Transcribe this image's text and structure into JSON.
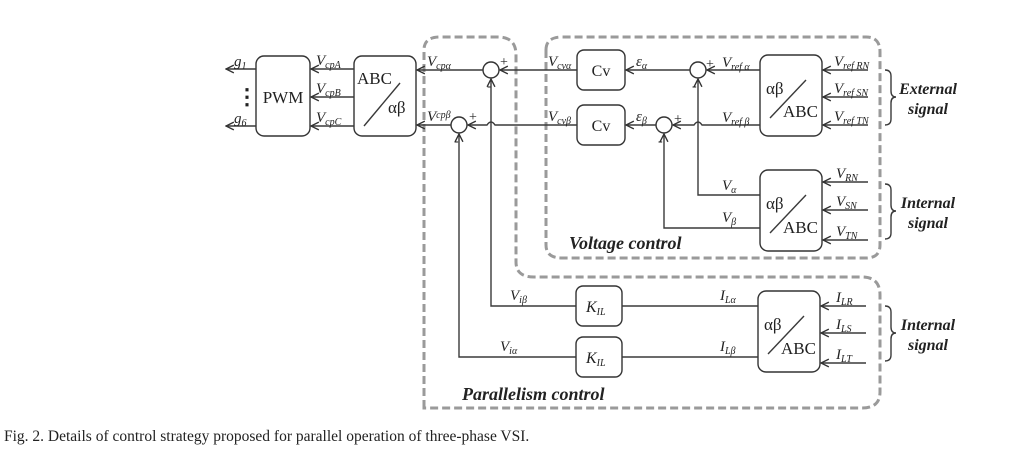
{
  "blocks": {
    "pwm": "PWM",
    "abc_to_ab_top": "ABC",
    "abc_to_ab_bottom": "αβ",
    "cv": "Cv",
    "ab_to_abc_top": "αβ",
    "ab_to_abc_bottom": "ABC",
    "kil_main": "K",
    "kil_sub": "IL"
  },
  "signals": {
    "g1": {
      "main": "g",
      "sub": "1"
    },
    "g6": {
      "main": "g",
      "sub": "6"
    },
    "dots": "⋮",
    "VcpA": {
      "main": "V",
      "sub": "cpA"
    },
    "VcpB": {
      "main": "V",
      "sub": "cpB"
    },
    "VcpC": {
      "main": "V",
      "sub": "cpC"
    },
    "Vcpa": {
      "main": "V",
      "sub": "cpα"
    },
    "Vcpb": {
      "main": "V",
      "sub": "cpβ"
    },
    "Vcva": {
      "main": "V",
      "sub": "cvα"
    },
    "Vcvb": {
      "main": "V",
      "sub": "cvβ"
    },
    "ea": {
      "main": "ε",
      "sub": "α"
    },
    "eb": {
      "main": "ε",
      "sub": "β"
    },
    "Vrefa": {
      "main": "V",
      "sub": "ref α"
    },
    "Vrefb": {
      "main": "V",
      "sub": "ref β"
    },
    "VrefRN": {
      "main": "V",
      "sub": "ref RN"
    },
    "VrefSN": {
      "main": "V",
      "sub": "ref SN"
    },
    "VrefTN": {
      "main": "V",
      "sub": "ref TN"
    },
    "Va": {
      "main": "V",
      "sub": "α"
    },
    "Vb": {
      "main": "V",
      "sub": "β"
    },
    "VRN": {
      "main": "V",
      "sub": "RN"
    },
    "VSN": {
      "main": "V",
      "sub": "SN"
    },
    "VTN": {
      "main": "V",
      "sub": "TN"
    },
    "Vib": {
      "main": "V",
      "sub": "iβ"
    },
    "Via": {
      "main": "V",
      "sub": "iα"
    },
    "ILa": {
      "main": "I",
      "sub": "Lα"
    },
    "ILb": {
      "main": "I",
      "sub": "Lβ"
    },
    "ILR": {
      "main": "I",
      "sub": "LR"
    },
    "ILS": {
      "main": "I",
      "sub": "LS"
    },
    "ILT": {
      "main": "I",
      "sub": "LT"
    }
  },
  "signs": {
    "plus": "+",
    "minus": "-"
  },
  "groups": {
    "external_signal": [
      "External",
      "signal"
    ],
    "internal_signal_voltage": [
      "Internal",
      "signal"
    ],
    "internal_signal_current": [
      "Internal",
      "signal"
    ],
    "voltage_control": "Voltage control",
    "parallelism_control": "Parallelism control"
  },
  "caption": "Fig. 2.   Details of control strategy proposed for parallel operation of three-phase VSI."
}
